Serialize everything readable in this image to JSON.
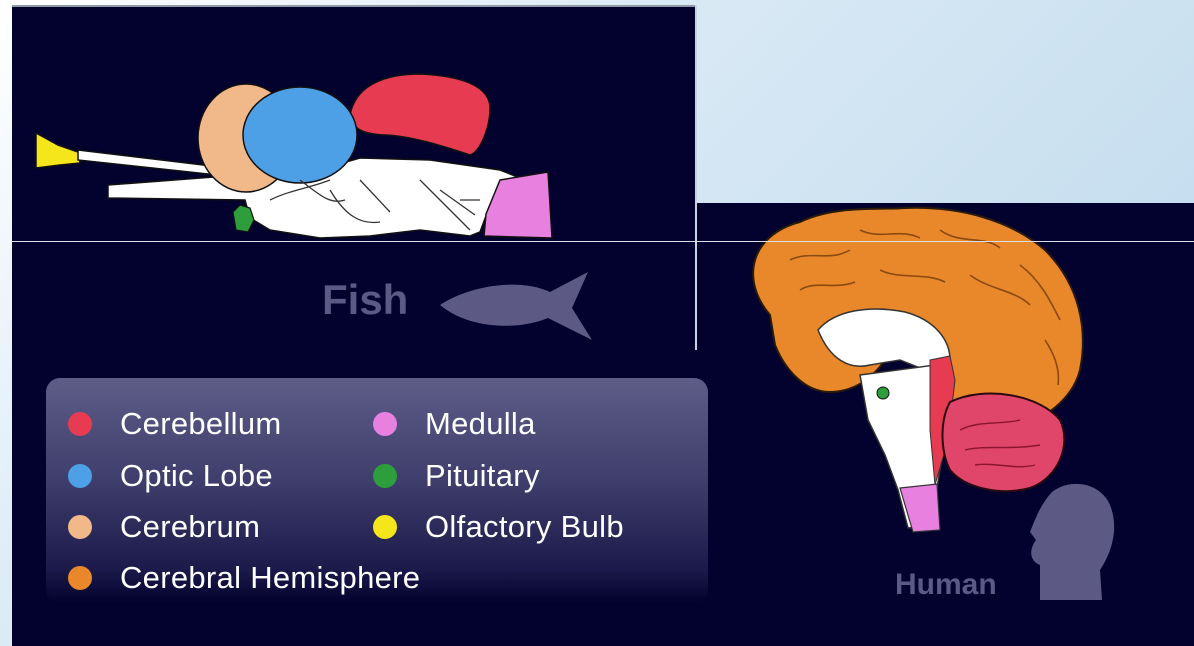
{
  "fish_label": "Fish",
  "human_label": "Human",
  "legend": [
    {
      "label": "Cerebellum",
      "color": "#e63b51"
    },
    {
      "label": "Optic Lobe",
      "color": "#4d9fe6"
    },
    {
      "label": "Cerebrum",
      "color": "#f1b98a"
    },
    {
      "label": "Cerebral Hemisphere",
      "color": "#e9882a"
    },
    {
      "label": "Medulla",
      "color": "#e880e0"
    },
    {
      "label": "Pituitary",
      "color": "#2e9e3c"
    },
    {
      "label": "Olfactory Bulb",
      "color": "#f4e61a"
    }
  ]
}
